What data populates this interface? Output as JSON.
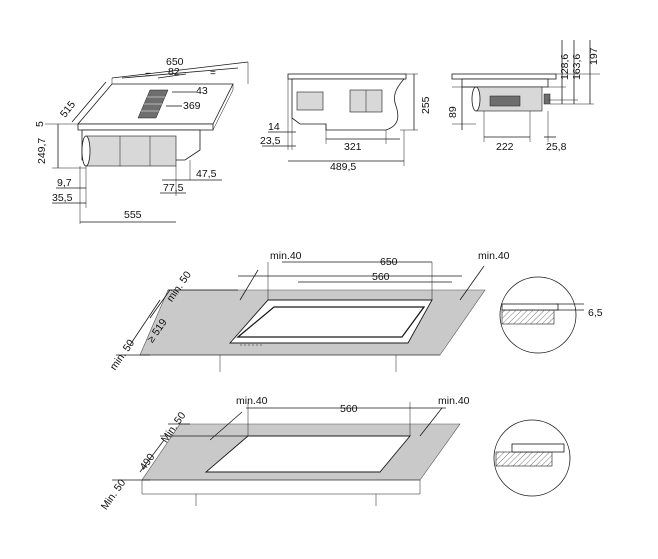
{
  "top_drawings": {
    "perspective": {
      "dims": {
        "width_total": "650",
        "eq_left": "=",
        "eq_right": "=",
        "vent_width": "82",
        "vent_depth_small": "43",
        "vent_depth": "369",
        "depth": "515",
        "glass_thickness": "5",
        "height_total": "249,7",
        "offset_front": "9,7",
        "offset_front2": "35,5",
        "motor_offset": "77,5",
        "motor_side": "47,5",
        "base_width": "555"
      }
    },
    "side_view": {
      "dims": {
        "height": "255",
        "frame_offset": "14",
        "frame_offset2": "23,5",
        "motor_length": "321",
        "total_length": "489,5"
      }
    },
    "front_view": {
      "dims": {
        "d1": "128,6",
        "d2": "163,6",
        "d3": "197",
        "motor_height": "89",
        "motor_width": "222",
        "offset": "25,8"
      }
    }
  },
  "flush_mount": {
    "dims": {
      "min_left": "min.40",
      "width_outer": "650",
      "min_right": "min.40",
      "cutout_width": "560",
      "min_back": "min. 50",
      "cutout_depth": "≥ 519",
      "min_front": "min. 50",
      "recess_depth": "6,5"
    }
  },
  "standard_mount": {
    "dims": {
      "min_left": "min.40",
      "cutout_width": "560",
      "min_right": "min.40",
      "min_back": "Min. 50",
      "cutout_depth": "490",
      "min_front": "Min. 50"
    }
  }
}
